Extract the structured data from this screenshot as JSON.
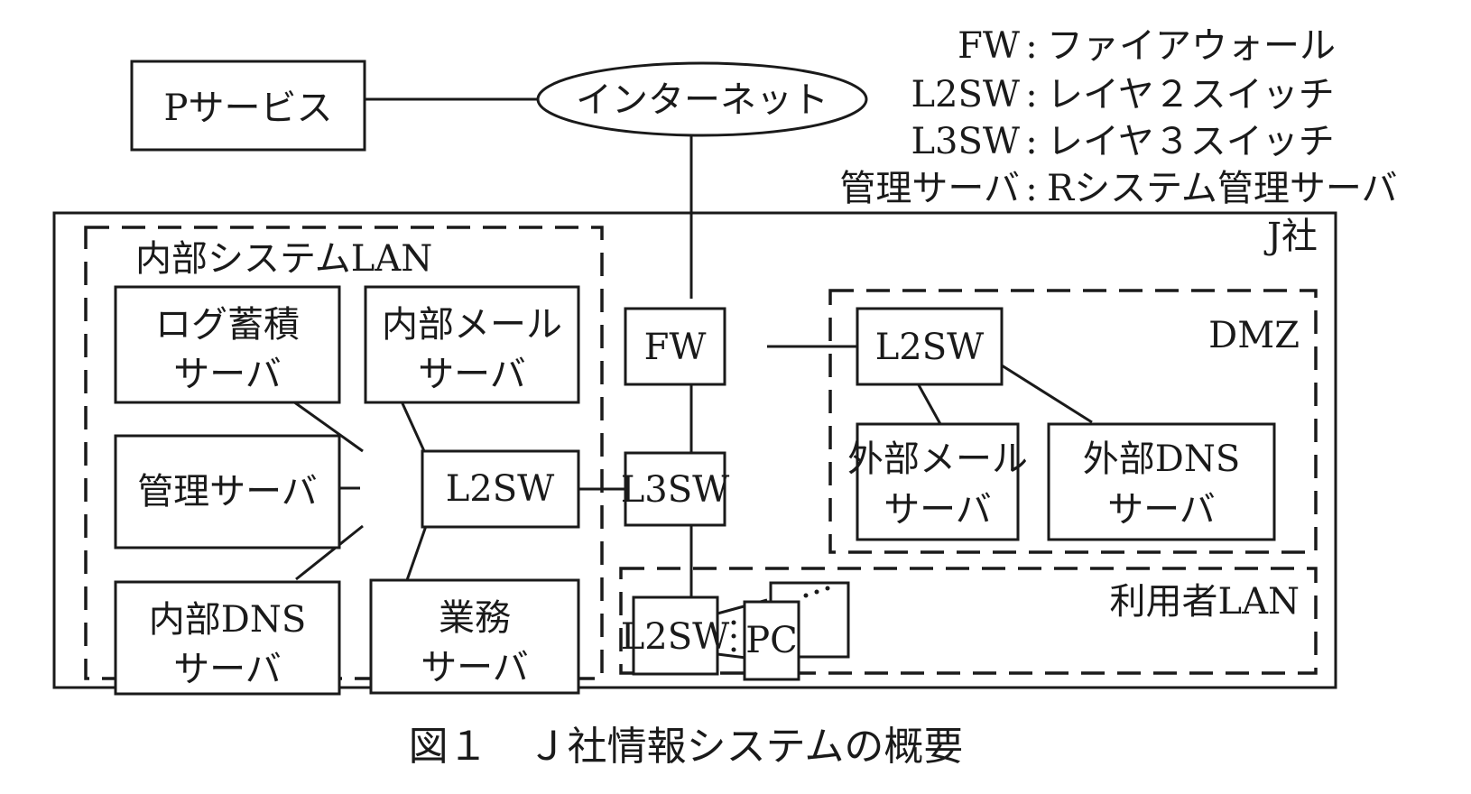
{
  "legend": [
    {
      "abbr": "FW",
      "sep": ":",
      "meaning": "ファイアウォール"
    },
    {
      "abbr": "L2SW",
      "sep": ":",
      "meaning": "レイヤ２スイッチ"
    },
    {
      "abbr": "L3SW",
      "sep": ":",
      "meaning": "レイヤ３スイッチ"
    },
    {
      "abbr": "管理サーバ",
      "sep": ":",
      "meaning": "Rシステム管理サーバ"
    }
  ],
  "external": {
    "p_service": "Pサービス",
    "internet": "インターネット"
  },
  "company_label": "J社",
  "internal_lan": {
    "label": "内部システムLAN",
    "log_server": [
      "ログ蓄積",
      "サーバ"
    ],
    "mail_server": [
      "内部メール",
      "サーバ"
    ],
    "mgmt_server": "管理サーバ",
    "l2sw": "L2SW",
    "dns_server": [
      "内部DNS",
      "サーバ"
    ],
    "biz_server": [
      "業務",
      "サーバ"
    ]
  },
  "core": {
    "fw": "FW",
    "l3sw": "L3SW"
  },
  "dmz": {
    "label": "DMZ",
    "l2sw": "L2SW",
    "ext_mail": [
      "外部メール",
      "サーバ"
    ],
    "ext_dns": [
      "外部DNS",
      "サーバ"
    ]
  },
  "user_lan": {
    "label": "利用者LAN",
    "l2sw": "L2SW",
    "pc": "PC"
  },
  "caption": "図１　Ｊ社情報システムの概要"
}
